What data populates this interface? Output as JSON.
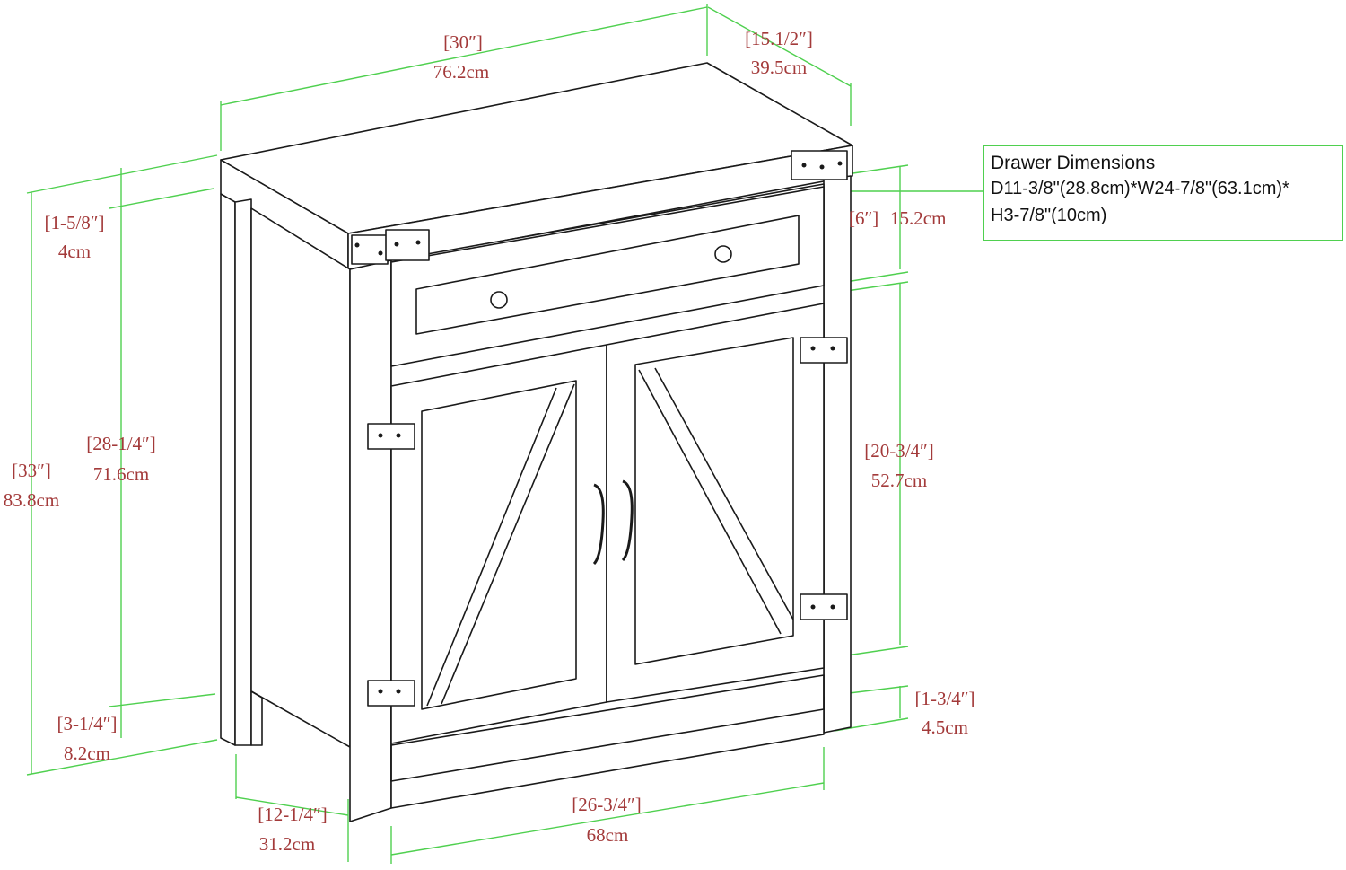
{
  "colors": {
    "dimension_line": "#4fd04f",
    "dimension_text": "#a33a3a",
    "outline": "#1a1a1a"
  },
  "dimensions": {
    "top_width_in": "[30″]",
    "top_width_cm": "76.2cm",
    "depth_in": "[15.1/2″]",
    "depth_cm": "39.5cm",
    "top_thickness_in": "[1-5/8″]",
    "top_thickness_cm": "4cm",
    "overall_height_in": "[33″]",
    "overall_height_cm": "83.8cm",
    "body_height_in": "[28-1/4″]",
    "body_height_cm": "71.6cm",
    "leg_height_in": "[3-1/4″]",
    "leg_height_cm": "8.2cm",
    "side_depth_in": "[12-1/4″]",
    "side_depth_cm": "31.2cm",
    "drawer_height_in": "[6″]",
    "drawer_height_cm": "15.2cm",
    "door_height_in": "[20-3/4″]",
    "door_height_cm": "52.7cm",
    "bottom_rail_in": "[1-3/4″]",
    "bottom_rail_cm": "4.5cm",
    "inner_width_in": "[26-3/4″]",
    "inner_width_cm": "68cm"
  },
  "drawer_box": {
    "title": "Drawer Dimensions",
    "line1": "D11-3/8\"(28.8cm)*W24-7/8\"(63.1cm)*",
    "line2": "H3-7/8\"(10cm)"
  }
}
